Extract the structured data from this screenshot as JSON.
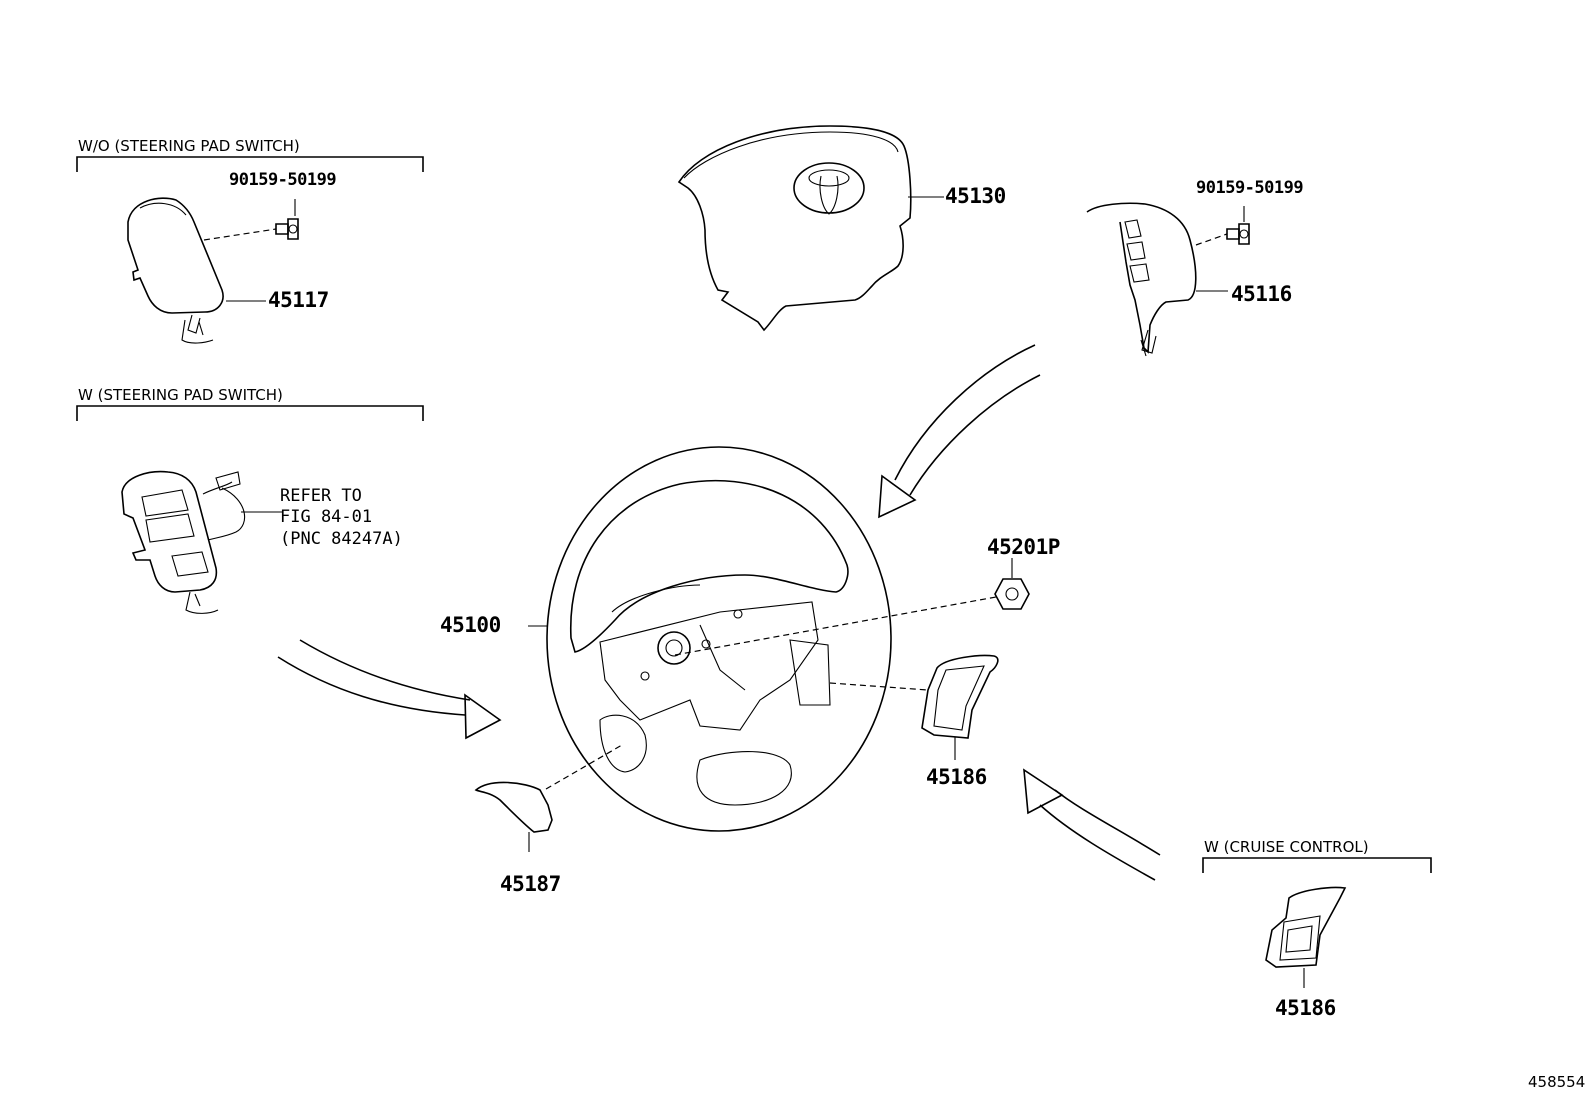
{
  "sections": {
    "wo_pad_switch": "W/O (STEERING PAD SWITCH)",
    "w_pad_switch": "W (STEERING PAD SWITCH)",
    "w_cruise": "W (CRUISE CONTROL)"
  },
  "parts": {
    "p45117": "45117",
    "bolt_left": "90159-50199",
    "p45130": "45130",
    "bolt_right": "90159-50199",
    "p45116": "45116",
    "p45100": "45100",
    "p45201p": "45201P",
    "p45186": "45186",
    "p45187": "45187",
    "p45186_cruise": "45186"
  },
  "reference": {
    "line1": "REFER TO",
    "line2": "FIG 84-01",
    "line3": "(PNC 84247A)"
  },
  "figure_id": "458554"
}
